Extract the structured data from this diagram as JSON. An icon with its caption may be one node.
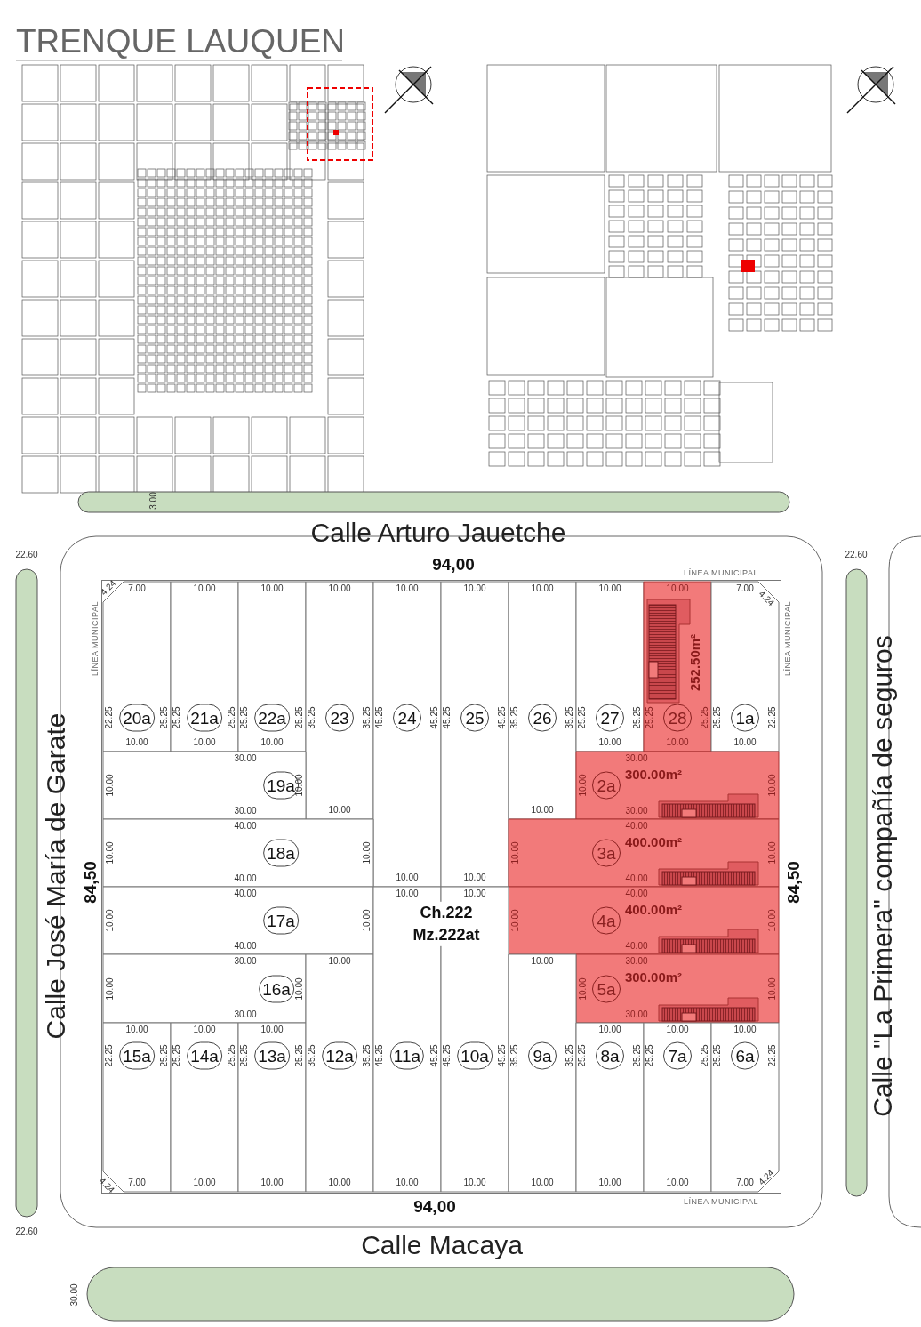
{
  "diagram": {
    "title": "TRENQUE LAUQUEN",
    "nodes": [
      {
        "text": [],
        "shape": "box"
      },
      {
        "text": [
          "7.00",
          "22.25",
          "20a",
          "25.25",
          "10.00"
        ],
        "in": 0
      },
      {
        "text": [
          "10.00",
          "25.25",
          "21a",
          "25.25",
          "10.00"
        ],
        "in": 0
      },
      {
        "text": [
          "10.00",
          "25.25",
          "22a",
          "25.25",
          "10.00"
        ],
        "in": 0
      },
      {
        "text": [
          "10.00",
          "35.25",
          "23",
          "35.25",
          "10.00"
        ],
        "in": 0
      },
      {
        "text": [
          "10.00",
          "45.25",
          "24",
          "45.25",
          "10.00"
        ],
        "in": 0
      },
      {
        "text": [
          "10.00",
          "45.25",
          "25",
          "45.25",
          "10.00"
        ],
        "in": 0
      },
      {
        "text": [
          "10.00",
          "35.25",
          "26",
          "35.25",
          "10.00"
        ],
        "in": 0
      },
      {
        "text": [
          "10.00",
          "25.25",
          "27",
          "25.25",
          "10.00"
        ],
        "in": 0
      },
      {
        "text": [
          "10.00",
          "252.50m²",
          "25.25",
          "28",
          "25.25",
          "10.00"
        ],
        "in": 0
      },
      {
        "text": [
          "7.00",
          "25.25",
          "1a",
          "22.25",
          "10.00"
        ],
        "in": 0
      },
      {
        "text": [
          "30.00",
          "10.00",
          "19a",
          "10.00",
          "30.00"
        ],
        "in": 0
      },
      {
        "text": [
          "30.00",
          "300.00m²",
          "10.00",
          "2a",
          "10.00",
          "30.00"
        ],
        "in": 0
      },
      {
        "text": [
          "40.00",
          "10.00",
          "18a",
          "10.00",
          "40.00"
        ],
        "in": 0
      },
      {
        "text": [
          "40.00",
          "400.00m²",
          "10.00",
          "3a",
          "10.00",
          "40.00"
        ],
        "in": 0
      },
      {
        "text": [
          "40.00",
          "10.00",
          "17a",
          "10.00",
          "40.00"
        ],
        "in": 0
      },
      {
        "text": [
          "40.00",
          "400.00m²",
          "10.00",
          "4a",
          "10.00",
          "40.00"
        ],
        "in": 0
      },
      {
        "text": [
          "30.00",
          "10.00",
          "16a",
          "10.00",
          "30.00"
        ],
        "in": 0
      },
      {
        "text": [
          "30.00",
          "300.00m²",
          "10.00",
          "5a",
          "10.00",
          "30.00"
        ],
        "in": 0
      },
      {
        "text": [
          "10.00",
          "22.25",
          "15a",
          "25.25",
          "7.00"
        ],
        "in": 0
      },
      {
        "text": [
          "10.00",
          "25.25",
          "14a",
          "25.25",
          "10.00"
        ],
        "in": 0
      },
      {
        "text": [
          "10.00",
          "25.25",
          "13a",
          "25.25",
          "10.00"
        ],
        "in": 0
      },
      {
        "text": [
          "10.00",
          "35.25",
          "12a",
          "35.25",
          "10.00"
        ],
        "in": 0
      },
      {
        "text": [
          "10.00",
          "45.25",
          "11a",
          "45.25",
          "10.00"
        ],
        "in": 0
      },
      {
        "text": [
          "10.00",
          "45.25",
          "10a",
          "45.25",
          "10.00"
        ],
        "in": 0
      },
      {
        "text": [
          "10.00",
          "35.25",
          "9a",
          "35.25",
          "10.00"
        ],
        "in": 0
      },
      {
        "text": [
          "10.00",
          "25.25",
          "8a",
          "25.25",
          "10.00"
        ],
        "in": 0
      },
      {
        "text": [
          "10.00",
          "25.25",
          "7a",
          "25.25",
          "10.00"
        ],
        "in": 0
      },
      {
        "text": [
          "10.00",
          "25.25",
          "6a",
          "22.25",
          "7.00"
        ],
        "in": 0
      }
    ],
    "labels": [
      "3.00",
      "Calle Arturo Jauetche",
      "22.60",
      "94,00",
      "LÍNEA MUNICIPAL",
      "22.60",
      "4.24",
      "4.24",
      "LÍNEA MUNICIPAL",
      "LÍNEA MUNICIPAL",
      "Calle José María de Garate",
      "84,50",
      "84,50",
      "Calle \"La Primera\" compañía de seguros",
      "Ch.222 Mz.222at",
      "4.24",
      "4.24",
      "94,00",
      "LÍNEA MUNICIPAL",
      "22.60",
      "Calle Macaya",
      "30.00"
    ]
  }
}
